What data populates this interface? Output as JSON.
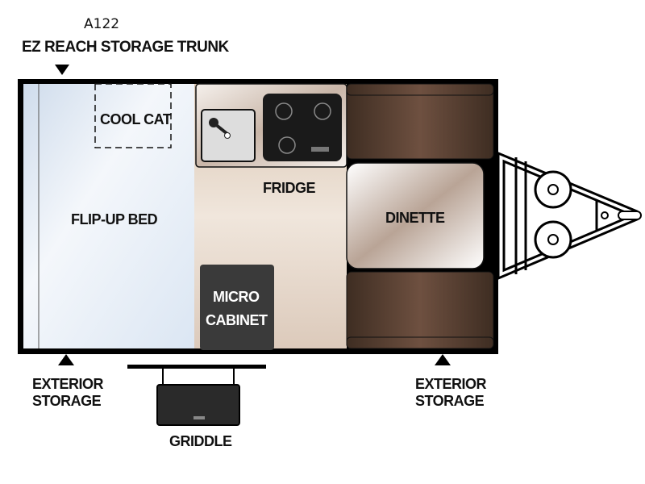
{
  "model": "A122",
  "labels": {
    "trunk": "EZ REACH STORAGE TRUNK",
    "cool_cat": "COOL CAT",
    "bed": "FLIP-UP BED",
    "fridge": "FRIDGE",
    "dinette": "DINETTE",
    "micro_1": "MICRO",
    "micro_2": "CABINET",
    "ext_left_1": "EXTERIOR",
    "ext_left_2": "STORAGE",
    "ext_right_1": "EXTERIOR",
    "ext_right_2": "STORAGE",
    "griddle": "GRIDDLE"
  },
  "colors": {
    "bed": "#dfe9f5",
    "seat": "#5a4233",
    "cabinet": "#3a3a3a",
    "floor": "#e6d8c8"
  }
}
